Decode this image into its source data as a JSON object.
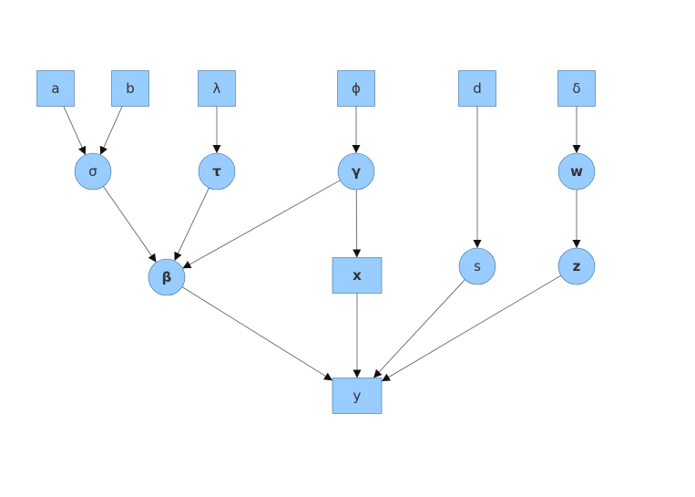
{
  "diagram": {
    "node_fill": "#99ccff",
    "node_stroke": "#3f6f9a",
    "edge_color": "#555555",
    "nodes": [
      {
        "id": "a",
        "label": "a",
        "shape": "box",
        "bold": false
      },
      {
        "id": "b",
        "label": "b",
        "shape": "box",
        "bold": false
      },
      {
        "id": "lambda",
        "label": "λ",
        "shape": "box",
        "bold": false
      },
      {
        "id": "phi",
        "label": "ϕ",
        "shape": "box",
        "bold": false
      },
      {
        "id": "d",
        "label": "d",
        "shape": "box",
        "bold": false
      },
      {
        "id": "delta",
        "label": "δ",
        "shape": "box",
        "bold": false
      },
      {
        "id": "sigma",
        "label": "σ",
        "shape": "circle",
        "bold": false
      },
      {
        "id": "tau",
        "label": "τ",
        "shape": "circle",
        "bold": true
      },
      {
        "id": "gamma",
        "label": "γ",
        "shape": "circle",
        "bold": true
      },
      {
        "id": "w",
        "label": "w",
        "shape": "circle",
        "bold": true
      },
      {
        "id": "beta",
        "label": "β",
        "shape": "circle",
        "bold": true
      },
      {
        "id": "x",
        "label": "x",
        "shape": "box",
        "bold": true
      },
      {
        "id": "s",
        "label": "s",
        "shape": "circle",
        "bold": false
      },
      {
        "id": "z",
        "label": "z",
        "shape": "circle",
        "bold": true
      },
      {
        "id": "y",
        "label": "y",
        "shape": "box",
        "bold": false
      }
    ],
    "edges": [
      {
        "from": "a",
        "to": "sigma"
      },
      {
        "from": "b",
        "to": "sigma"
      },
      {
        "from": "lambda",
        "to": "tau"
      },
      {
        "from": "phi",
        "to": "gamma"
      },
      {
        "from": "delta",
        "to": "w"
      },
      {
        "from": "sigma",
        "to": "beta"
      },
      {
        "from": "tau",
        "to": "beta"
      },
      {
        "from": "gamma",
        "to": "beta"
      },
      {
        "from": "gamma",
        "to": "x"
      },
      {
        "from": "d",
        "to": "s"
      },
      {
        "from": "w",
        "to": "z"
      },
      {
        "from": "beta",
        "to": "y"
      },
      {
        "from": "x",
        "to": "y"
      },
      {
        "from": "s",
        "to": "y"
      },
      {
        "from": "z",
        "to": "y"
      }
    ]
  }
}
